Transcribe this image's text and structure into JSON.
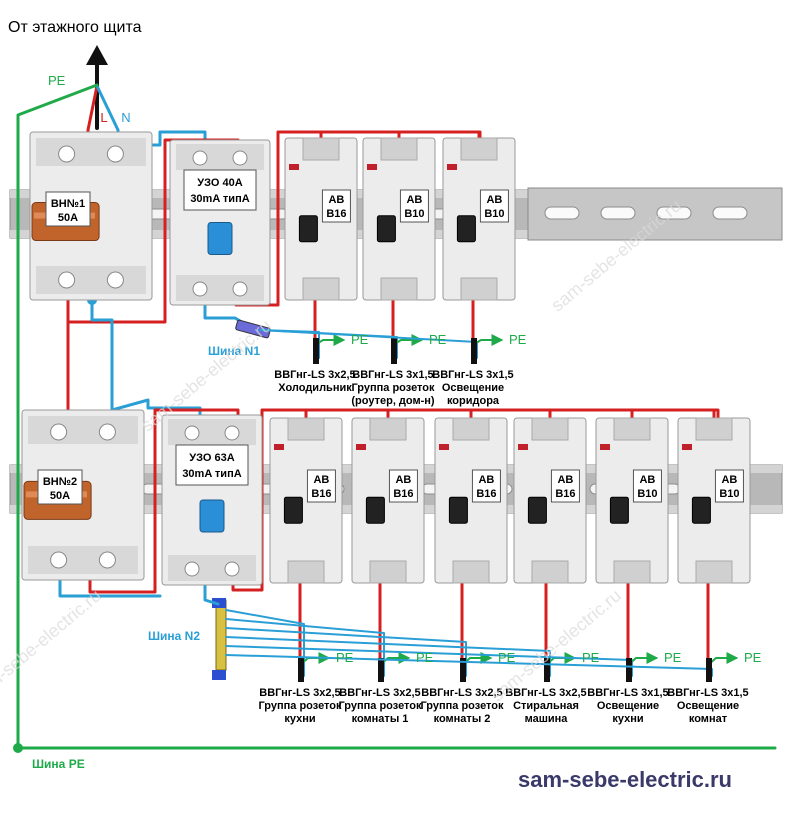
{
  "header": {
    "source_label": "От этажного щита"
  },
  "wire_labels": {
    "pe": "PE",
    "l": "L",
    "n": "N"
  },
  "colors": {
    "phase": "#d42020",
    "neutral": "#2a9fd6",
    "pe": "#1faa4a",
    "rail": "#9a9a9a",
    "breaker": "#ececec",
    "handle": "#c0642c",
    "label_bg": "#ffffff"
  },
  "row1": {
    "switch": {
      "name": "ВН№1",
      "rating": "50A"
    },
    "rcd": {
      "name": "УЗО 40А",
      "rating": "30mA типА"
    },
    "breakers": [
      {
        "name": "АВ",
        "rating": "B16"
      },
      {
        "name": "АВ",
        "rating": "B10"
      },
      {
        "name": "АВ",
        "rating": "B10"
      }
    ],
    "bus_label": "Шина N1",
    "circuits": [
      {
        "cable": "ВВГнг-LS 3х2,5",
        "purpose": [
          "Холодильник"
        ],
        "pe": "PE"
      },
      {
        "cable": "ВВГнг-LS 3х1,5",
        "purpose": [
          "Группа розеток",
          "(роутер, дом-н)"
        ],
        "pe": "PE"
      },
      {
        "cable": "ВВГнг-LS 3х1,5",
        "purpose": [
          "Освещение",
          "коридора"
        ],
        "pe": "PE"
      }
    ]
  },
  "row2": {
    "switch": {
      "name": "ВН№2",
      "rating": "50A"
    },
    "rcd": {
      "name": "УЗО 63А",
      "rating": "30mA типА"
    },
    "breakers": [
      {
        "name": "АВ",
        "rating": "B16"
      },
      {
        "name": "АВ",
        "rating": "B16"
      },
      {
        "name": "АВ",
        "rating": "B16"
      },
      {
        "name": "АВ",
        "rating": "B16"
      },
      {
        "name": "АВ",
        "rating": "B10"
      },
      {
        "name": "АВ",
        "rating": "B10"
      }
    ],
    "bus_label": "Шина N2",
    "circuits": [
      {
        "cable": "ВВГнг-LS 3х2,5",
        "purpose": [
          "Группа розеток",
          "кухни"
        ],
        "pe": "PE"
      },
      {
        "cable": "ВВГнг-LS 3х2,5",
        "purpose": [
          "Группа розеток",
          "комнаты 1"
        ],
        "pe": "PE"
      },
      {
        "cable": "ВВГнг-LS 3х2,5",
        "purpose": [
          "Группа розеток",
          "комнаты 2"
        ],
        "pe": "PE"
      },
      {
        "cable": "ВВГнг-LS 3х2,5",
        "purpose": [
          "Стиральная",
          "машина"
        ],
        "pe": "PE"
      },
      {
        "cable": "ВВГнг-LS 3х1,5",
        "purpose": [
          "Освещение",
          "кухни"
        ],
        "pe": "PE"
      },
      {
        "cable": "ВВГнг-LS 3х1,5",
        "purpose": [
          "Освещение",
          "комнат"
        ],
        "pe": "PE"
      }
    ]
  },
  "pe_bus_label": "Шина PE",
  "watermark": "sam-sebe-electric.ru",
  "footer": {
    "site": "sam-sebe-electric.ru"
  }
}
